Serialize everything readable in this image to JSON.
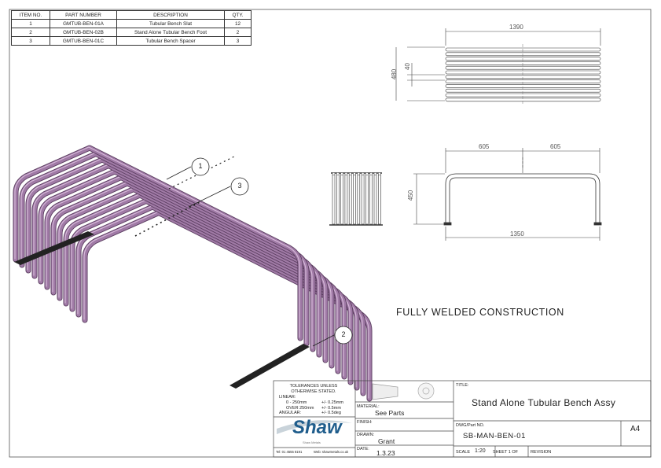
{
  "bom": {
    "headers": [
      "ITEM NO.",
      "PART NUMBER",
      "DESCRIPTION",
      "QTY."
    ],
    "rows": [
      [
        "1",
        "GMTUB-BEN-01A",
        "Tubular Bench Slat",
        "12"
      ],
      [
        "2",
        "GMTUB-BEN-02B",
        "Stand Alone Tubular Bench Foot",
        "2"
      ],
      [
        "3",
        "GMTUB-BEN-01C",
        "Tubular Bench Spacer",
        "3"
      ]
    ]
  },
  "balloons": [
    "1",
    "3",
    "2"
  ],
  "dimensions": {
    "top_width": "1390",
    "top_side_depth": "40",
    "top_overall_depth": "480",
    "front_left_half": "605",
    "front_right_half": "605",
    "front_height": "450",
    "front_base_width": "1350"
  },
  "note": "FULLY WELDED CONSTRUCTION",
  "title_block": {
    "tolerances_header": "TOLERANCES UNLESS OTHERWISE STATED.",
    "linear_label": "LINEAR:",
    "linear_line1": "0 - 250mm",
    "linear_tol1": "+/-  0.25mm",
    "linear_line2": "OVER 250mm",
    "linear_tol2": "+/-  0.5mm",
    "angular_label": "ANGULAR:",
    "angular_tol": "+/-  0.5deg",
    "logo_text": "Shaw",
    "logo_sub": "Shaw Metals",
    "tel": "Tel: 01 4555 8191",
    "web": "Web: shawmetals.co.uk",
    "material_label": "MATERIAL:",
    "material_value": "See Parts",
    "finish_label": "FINISH:",
    "drawn_label": "DRAWN:",
    "drawn_value": "Grant",
    "date_label": "DATE:",
    "date_value": "1.3.23",
    "title_label": "TITLE:",
    "title_value": "Stand Alone Tubular Bench Assy",
    "dwg_label": "DWG/Part NO.",
    "dwg_value": "SB-MAN-BEN-01",
    "size_value": "A4",
    "scale_label": "SCALE",
    "scale_value": "1:20",
    "sheet_value": "SHEET 1 OF",
    "revision_label": "REVISION"
  },
  "colors": {
    "tube": "#a07aa6",
    "tube_dark": "#5a3d5f",
    "tube_light": "#d6b9d9",
    "line": "#333333"
  }
}
